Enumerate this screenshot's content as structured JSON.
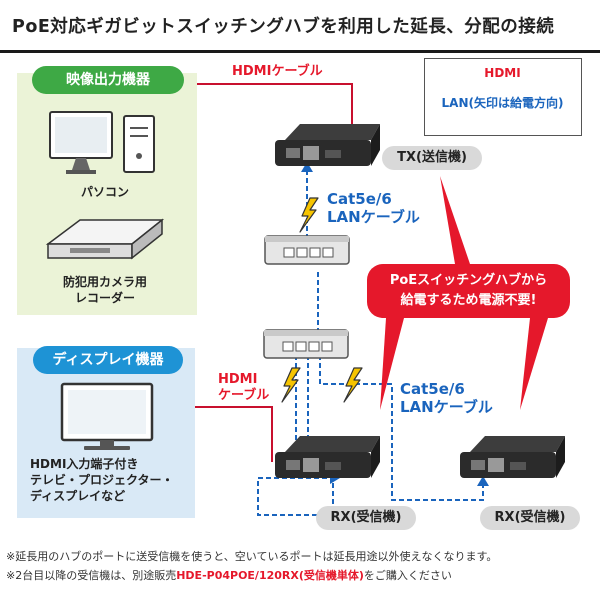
{
  "title": "PoE対応ギガビットスイッチングハブを利用した延長、分配の接続",
  "source_group": {
    "label": "映像出力機器",
    "devices": [
      {
        "icon": "pc-icon",
        "label": "パソコン"
      },
      {
        "icon": "recorder-icon",
        "label_line1": "防犯用カメラ用",
        "label_line2": "レコーダー"
      }
    ]
  },
  "display_group": {
    "label": "ディスプレイ機器",
    "device_icon": "monitor-icon",
    "description_line1": "HDMI入力端子付き",
    "description_line2": "テレビ・プロジェクター・",
    "description_line3": "ディスプレイなど"
  },
  "legend": {
    "hdmi": "HDMI",
    "lan": "LAN(矢印は給電方向)"
  },
  "cables": {
    "hdmi_top": "HDMIケーブル",
    "hdmi_bottom_line1": "HDMI",
    "hdmi_bottom_line2": "ケーブル",
    "lan_upper_line1": "Cat5e/6",
    "lan_upper_line2": "LANケーブル",
    "lan_lower_line1": "Cat5e/6",
    "lan_lower_line2": "LANケーブル"
  },
  "units": {
    "tx": "TX(送信機)",
    "rx1": "RX(受信機)",
    "rx2": "RX(受信機)"
  },
  "callout": {
    "line1": "PoEスイッチングハブから",
    "line2": "給電するため電源不要!"
  },
  "notes": {
    "note1": "※延長用のハブのポートに送受信機を使うと、空いているポートは延長用途以外使えなくなります。",
    "note2_prefix": "※2台目以降の受信機は、別途販売",
    "note2_product": "HDE-P04POE/120RX(受信機単体)",
    "note2_suffix": "をご購入ください"
  },
  "colors": {
    "hdmi_line": "#c8102e",
    "lan_line": "#1a64bd",
    "green_tag": "#3ea945",
    "blue_tag": "#1e93d5",
    "callout": "#e5182b",
    "power_bolt": "#f6c400"
  }
}
